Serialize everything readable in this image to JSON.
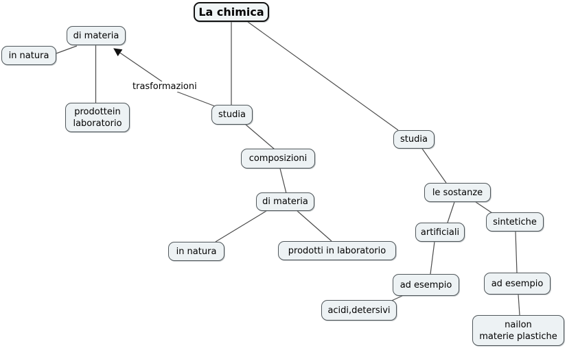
{
  "diagram": {
    "type": "concept-map",
    "title": "La chimica"
  },
  "colors": {
    "background": "#ffffff",
    "node_fill": "#edf2f4",
    "node_border": "#4f565a",
    "title_border": "#111111",
    "line": "#4a4a4a",
    "arrowhead": "#111111",
    "text": "#000000"
  },
  "nodes": [
    {
      "id": "la-chimica",
      "label": "La chimica"
    },
    {
      "id": "di-materia-top",
      "label": "di materia"
    },
    {
      "id": "in-natura-top",
      "label": "in natura"
    },
    {
      "id": "prodotte-in-laboratorio",
      "label": "prodottein\nlaboratorio"
    },
    {
      "id": "studia-left",
      "label": "studia"
    },
    {
      "id": "composizioni",
      "label": "composizioni"
    },
    {
      "id": "di-materia-center",
      "label": "di materia"
    },
    {
      "id": "in-natura-bottom",
      "label": "in natura"
    },
    {
      "id": "prodotti-in-laboratorio",
      "label": "prodotti in laboratorio"
    },
    {
      "id": "studia-right",
      "label": "studia"
    },
    {
      "id": "le-sostanze",
      "label": "le sostanze"
    },
    {
      "id": "artificiali",
      "label": "artificiali"
    },
    {
      "id": "sintetiche",
      "label": "sintetiche"
    },
    {
      "id": "ad-esempio-left",
      "label": "ad esempio"
    },
    {
      "id": "acidi-detersivi",
      "label": "acidi,detersivi"
    },
    {
      "id": "ad-esempio-right",
      "label": "ad esempio"
    },
    {
      "id": "nailon-materie-plastiche",
      "label": "nailon\nmaterie plastiche"
    }
  ],
  "edge_labels": [
    {
      "id": "trasformazioni",
      "label": "trasformazioni"
    }
  ]
}
